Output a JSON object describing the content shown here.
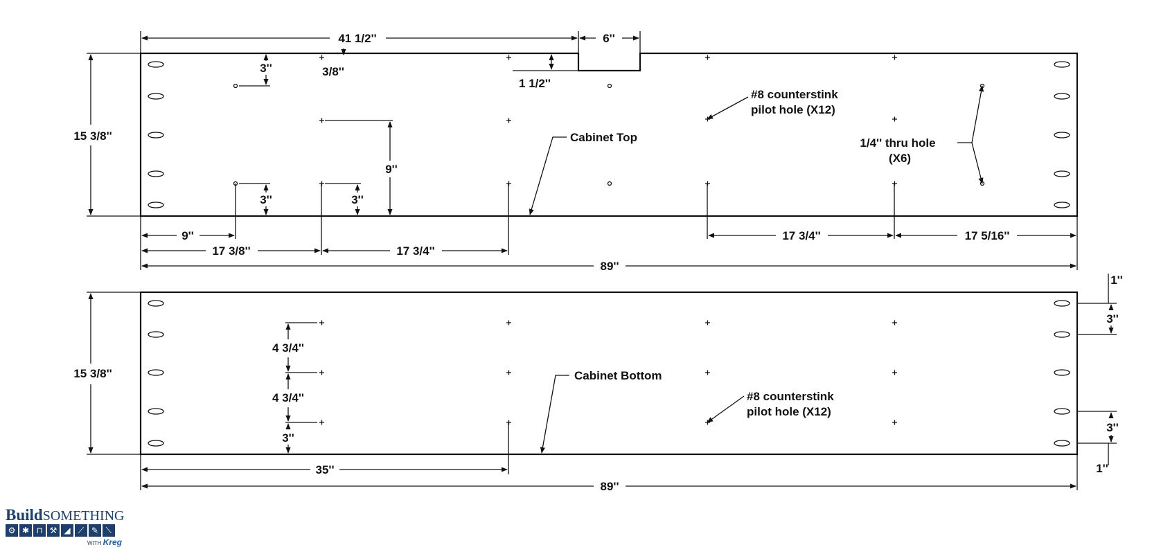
{
  "top_panel": {
    "name": "Cabinet Top",
    "dims": {
      "width_overall": "89''",
      "height": "15 3/8''",
      "notch_offset": "41 1/2''",
      "notch_width": "6''",
      "notch_depth": "1 1/2''",
      "hole_offset_top": "3''",
      "hole_offset_bottom": "3''",
      "row_offset_bottom": "3''",
      "top_offset": "3/8''",
      "row_spacing": "9''",
      "hole_from_edge": "9''",
      "col_1": "17 3/8''",
      "col_2": "17 3/4''",
      "col_3": "17 3/4''",
      "col_4": "17 5/16''"
    },
    "notes": {
      "counterstink_1": "#8 counterstink",
      "counterstink_2": "pilot hole (X12)",
      "thru_1": "1/4'' thru hole",
      "thru_2": "(X6)"
    }
  },
  "bottom_panel": {
    "name": "Cabinet Bottom",
    "dims": {
      "width_overall": "89''",
      "height": "15 3/8''",
      "row_1": "4 3/4''",
      "row_2": "4 3/4''",
      "row_3": "3''",
      "center_offset": "35''",
      "slot_top_edge": "1''",
      "slot_top_spacing": "3''",
      "slot_bottom_spacing": "3''",
      "slot_bottom_edge": "1''"
    },
    "notes": {
      "counterstink_1": "#8 counterstink",
      "counterstink_2": "pilot hole (X12)"
    }
  },
  "logo": {
    "build": "Build",
    "something": "SOMETHING",
    "with": "WITH",
    "brand": "Kreg"
  }
}
